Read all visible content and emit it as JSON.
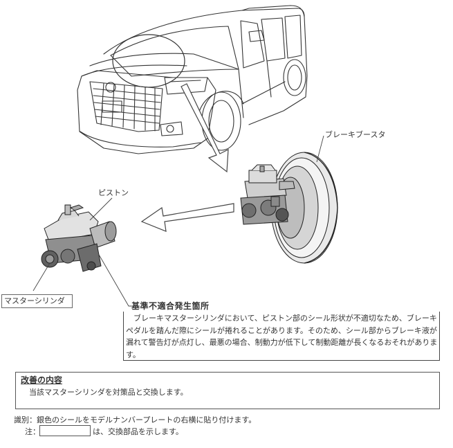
{
  "labels": {
    "brake_booster": "ブレーキブースタ",
    "piston": "ピストン",
    "master_cylinder": "マスターシリンダ"
  },
  "defect": {
    "title": "基準不適合発生箇所",
    "body": "ブレーキマスターシリンダにおいて、ピストン部のシール形状が不適切なため、ブレーキペダルを踏んだ際にシールが捲れることがあります。そのため、シール部からブレーキ液が漏れて警告灯が点灯し、最悪の場合、制動力が低下して制動距離が長くなるおそれがあります。"
  },
  "improvement": {
    "title": "改善の内容",
    "body": "当該マスターシリンダを対策品と交換します。"
  },
  "identification": "識別：銀色のシールをモデルナンバープレートの右横に貼り付けます。",
  "note": {
    "prefix": "注：",
    "suffix": "は、交換部品を示します。"
  }
}
